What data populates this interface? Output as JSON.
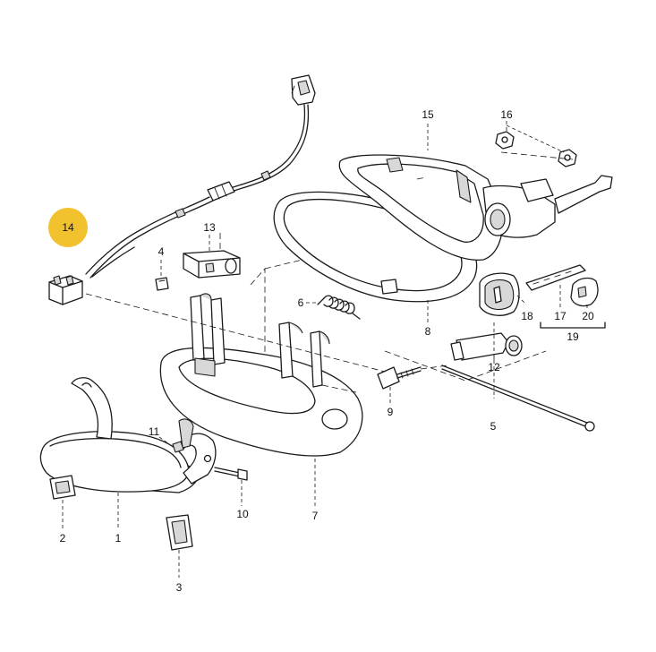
{
  "highlight_color": "#f2c12e",
  "highlighted_part": "14",
  "labels": {
    "p1": "1",
    "p2": "2",
    "p3": "3",
    "p4": "4",
    "p5": "5",
    "p6": "6",
    "p7": "7",
    "p8": "8",
    "p9": "9",
    "p10": "10",
    "p11": "11",
    "p12": "12",
    "p13": "13",
    "p14": "14",
    "p15": "15",
    "p16": "16",
    "p17": "17",
    "p18": "18",
    "p19": "19",
    "p20": "20"
  }
}
